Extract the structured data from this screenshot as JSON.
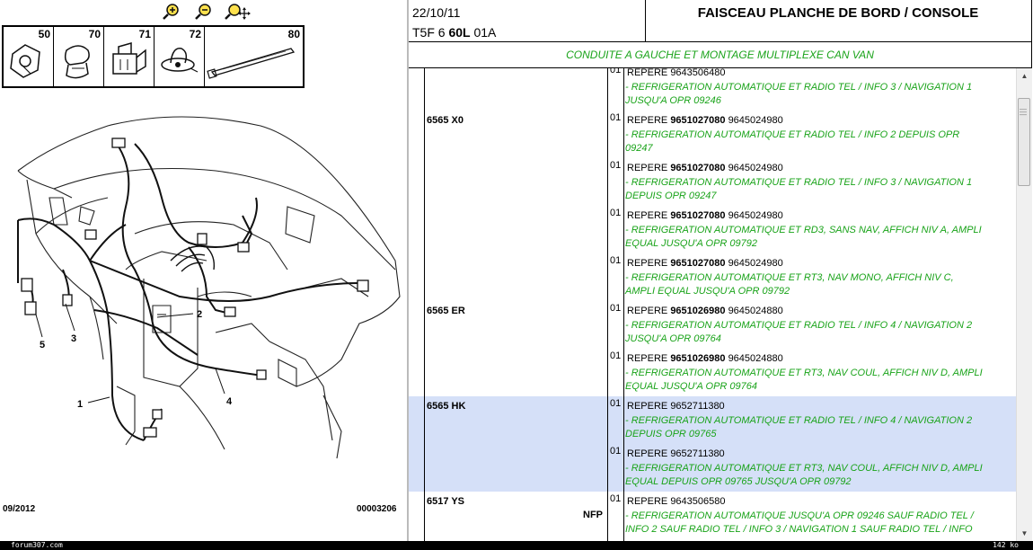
{
  "toolbar": {
    "zoom_in": "zoom-in-icon",
    "zoom_out": "zoom-out-icon",
    "zoom_pan": "zoom-move-icon"
  },
  "parts": [
    {
      "num": "50"
    },
    {
      "num": "70"
    },
    {
      "num": "71"
    },
    {
      "num": "72"
    },
    {
      "num": "80"
    }
  ],
  "diagram": {
    "labels": [
      "1",
      "2",
      "3",
      "4",
      "5"
    ]
  },
  "footer_left": {
    "date": "09/2012",
    "code": "00003206"
  },
  "header": {
    "date": "22/10/11",
    "code_prefix": "T5F 6",
    "code_bold": "60L",
    "code_suffix": "01A",
    "title": "FAISCEAU PLANCHE DE BORD / CONSOLE"
  },
  "condition": "CONDUITE A GAUCHE ET MONTAGE MULTIPLEXE CAN VAN",
  "rows": [
    {
      "ref": "",
      "nfp": "",
      "qty": "01",
      "rep_label": "REPERE",
      "rep_bold": "",
      "rep_num": "9643506480",
      "desc": "- REFRIGERATION AUTOMATIQUE ET RADIO TEL / INFO 3 / NAVIGATION 1 JUSQU'A OPR 09246"
    },
    {
      "ref": "6565 X0",
      "nfp": "",
      "qty": "01",
      "rep_label": "REPERE",
      "rep_bold": "9651027080",
      "rep_num": "9645024980",
      "desc": "- REFRIGERATION AUTOMATIQUE ET RADIO TEL / INFO 2 DEPUIS OPR 09247"
    },
    {
      "ref": "",
      "nfp": "",
      "qty": "01",
      "rep_label": "REPERE",
      "rep_bold": "9651027080",
      "rep_num": "9645024980",
      "desc": "- REFRIGERATION AUTOMATIQUE ET RADIO TEL / INFO 3 / NAVIGATION 1 DEPUIS OPR 09247"
    },
    {
      "ref": "",
      "nfp": "",
      "qty": "01",
      "rep_label": "REPERE",
      "rep_bold": "9651027080",
      "rep_num": "9645024980",
      "desc": "- REFRIGERATION AUTOMATIQUE ET RD3, SANS NAV, AFFICH NIV A, AMPLI EQUAL JUSQU'A OPR 09792"
    },
    {
      "ref": "",
      "nfp": "",
      "qty": "01",
      "rep_label": "REPERE",
      "rep_bold": "9651027080",
      "rep_num": "9645024980",
      "desc": "- REFRIGERATION AUTOMATIQUE ET RT3, NAV MONO, AFFICH NIV C, AMPLI EQUAL JUSQU'A OPR 09792"
    },
    {
      "ref": "6565 ER",
      "nfp": "",
      "qty": "01",
      "rep_label": "REPERE",
      "rep_bold": "9651026980",
      "rep_num": "9645024880",
      "desc": "- REFRIGERATION AUTOMATIQUE ET RADIO TEL / INFO 4 / NAVIGATION 2 JUSQU'A OPR 09764"
    },
    {
      "ref": "",
      "nfp": "",
      "qty": "01",
      "rep_label": "REPERE",
      "rep_bold": "9651026980",
      "rep_num": "9645024880",
      "desc": "- REFRIGERATION AUTOMATIQUE ET RT3, NAV COUL, AFFICH NIV D, AMPLI EQUAL JUSQU'A OPR 09764"
    },
    {
      "ref": "6565 HK",
      "nfp": "",
      "qty": "01",
      "rep_label": "REPERE",
      "rep_bold": "",
      "rep_num": "9652711380",
      "desc": "- REFRIGERATION AUTOMATIQUE ET RADIO TEL / INFO 4 / NAVIGATION 2 DEPUIS OPR 09765"
    },
    {
      "ref": "",
      "nfp": "",
      "qty": "01",
      "rep_label": "REPERE",
      "rep_bold": "",
      "rep_num": "9652711380",
      "desc": "- REFRIGERATION AUTOMATIQUE ET RT3, NAV COUL, AFFICH NIV D, AMPLI EQUAL DEPUIS OPR 09765 JUSQU'A OPR 09792"
    },
    {
      "ref": "6517 YS",
      "nfp": "NFP",
      "qty": "01",
      "rep_label": "REPERE",
      "rep_bold": "",
      "rep_num": "9643506580",
      "desc": "- REFRIGERATION AUTOMATIQUE JUSQU'A OPR 09246 SAUF RADIO TEL / INFO 2 SAUF RADIO TEL / INFO 3 / NAVIGATION 1 SAUF RADIO TEL / INFO"
    }
  ],
  "statusbar": {
    "site": "forum307.com",
    "size": "142 ko"
  },
  "colors": {
    "green_text": "#19a319",
    "highlight": "#d5e0f8"
  }
}
